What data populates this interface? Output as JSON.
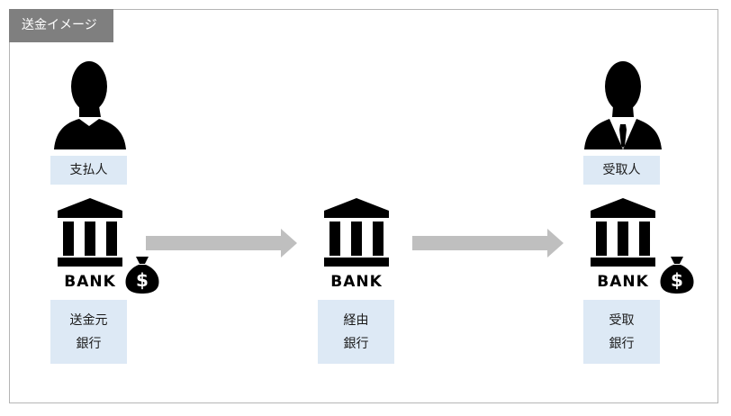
{
  "title": "送金イメージ",
  "colors": {
    "label_bg": "#dde9f5",
    "title_bg": "#7f7f7f",
    "arrow": "#bfbfbf",
    "icon": "#000000"
  },
  "payer": {
    "label": "支払人",
    "icon": "person-icon"
  },
  "payee": {
    "label": "受取人",
    "icon": "businessman-icon"
  },
  "banks": [
    {
      "label": "送金元\n銀行",
      "bank_text": "BANK",
      "has_money": true
    },
    {
      "label": "経由\n銀行",
      "bank_text": "BANK",
      "has_money": false
    },
    {
      "label": "受取\n銀行",
      "bank_text": "BANK",
      "has_money": true
    }
  ],
  "money_symbol": "$"
}
